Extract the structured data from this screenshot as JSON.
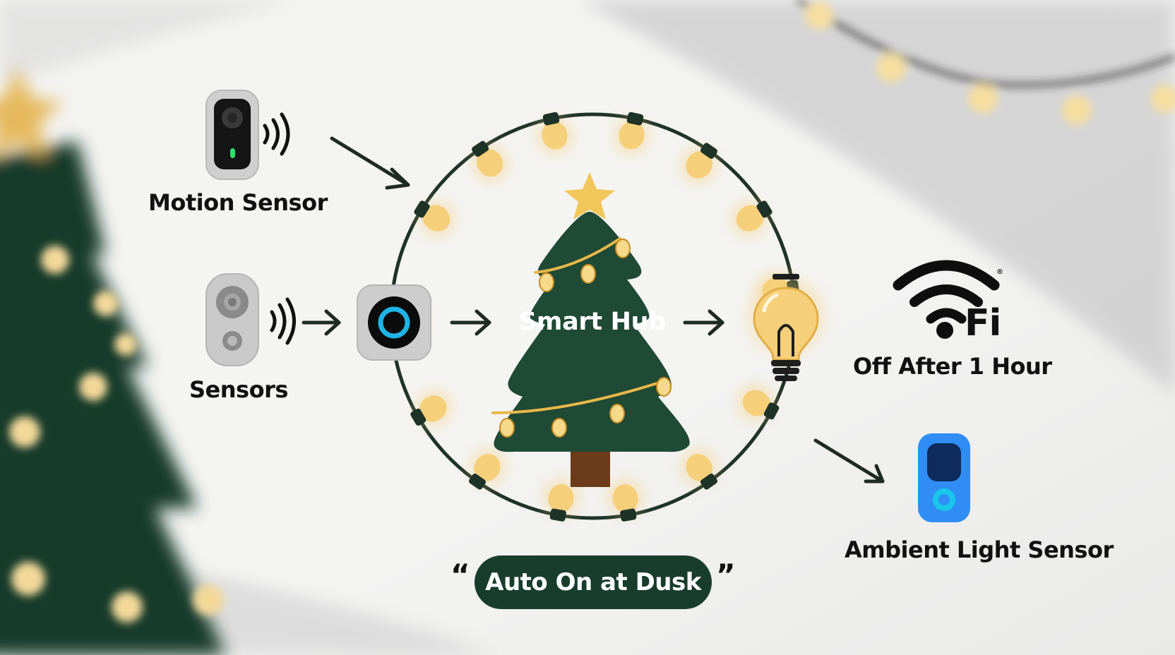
{
  "labels": {
    "motion_sensor": "Motion Sensor",
    "sensors": "Sensors",
    "smart_hub": "Smart Hub",
    "wifi_text": "Fi",
    "wifi_mark": "®",
    "off_after": "Off After 1 Hour",
    "ambient_light_sensor": "Ambient Light Sensor",
    "auto_on": "Auto On at Dusk",
    "quote_open": "“",
    "quote_close": "”"
  },
  "icons": {
    "motion_sensor": "motion-sensor-icon",
    "sensors": "sensor-device-icon",
    "hub": "smart-hub-icon",
    "tree": "christmas-tree-icon",
    "bulb": "light-bulb-icon",
    "wifi": "wifi-icon",
    "ambient": "ambient-light-sensor-icon"
  },
  "colors": {
    "tree_green": "#1f4a35",
    "wire": "#1e3328",
    "bulb_glow": "#f6cf7a",
    "trunk": "#6b3b1a",
    "star": "#f1c65a",
    "ambient_blue": "#2f8df5",
    "hub_ring": "#1fb3e6",
    "pill": "#183d2c"
  }
}
